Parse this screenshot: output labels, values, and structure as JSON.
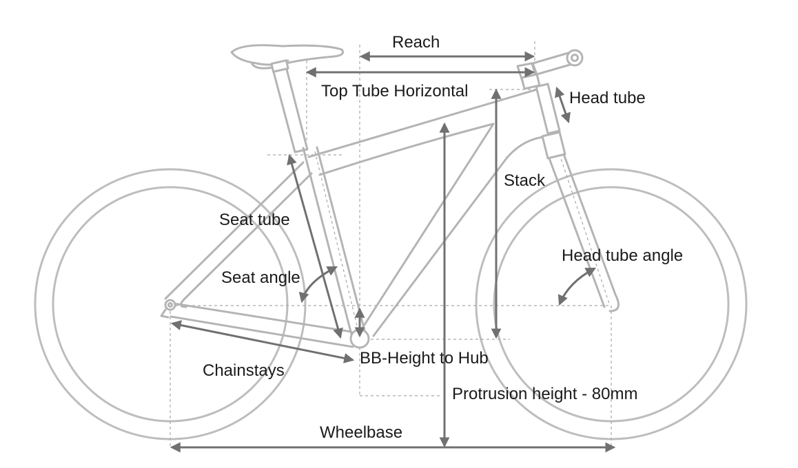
{
  "labels": {
    "reach": "Reach",
    "top_tube_horizontal": "Top Tube Horizontal",
    "head_tube": "Head tube",
    "stack": "Stack",
    "seat_tube": "Seat tube",
    "seat_angle": "Seat angle",
    "head_tube_angle": "Head tube angle",
    "chainstays": "Chainstays",
    "bb_height_to_hub": "BB-Height to Hub",
    "protrusion_height": "Protrusion height - 80mm",
    "wheelbase": "Wheelbase"
  },
  "colors": {
    "frame_stroke": "#b4b4b4",
    "dimension_arrow": "#707070",
    "guide_line": "#a8a8a8",
    "text": "#1a1a1a"
  }
}
